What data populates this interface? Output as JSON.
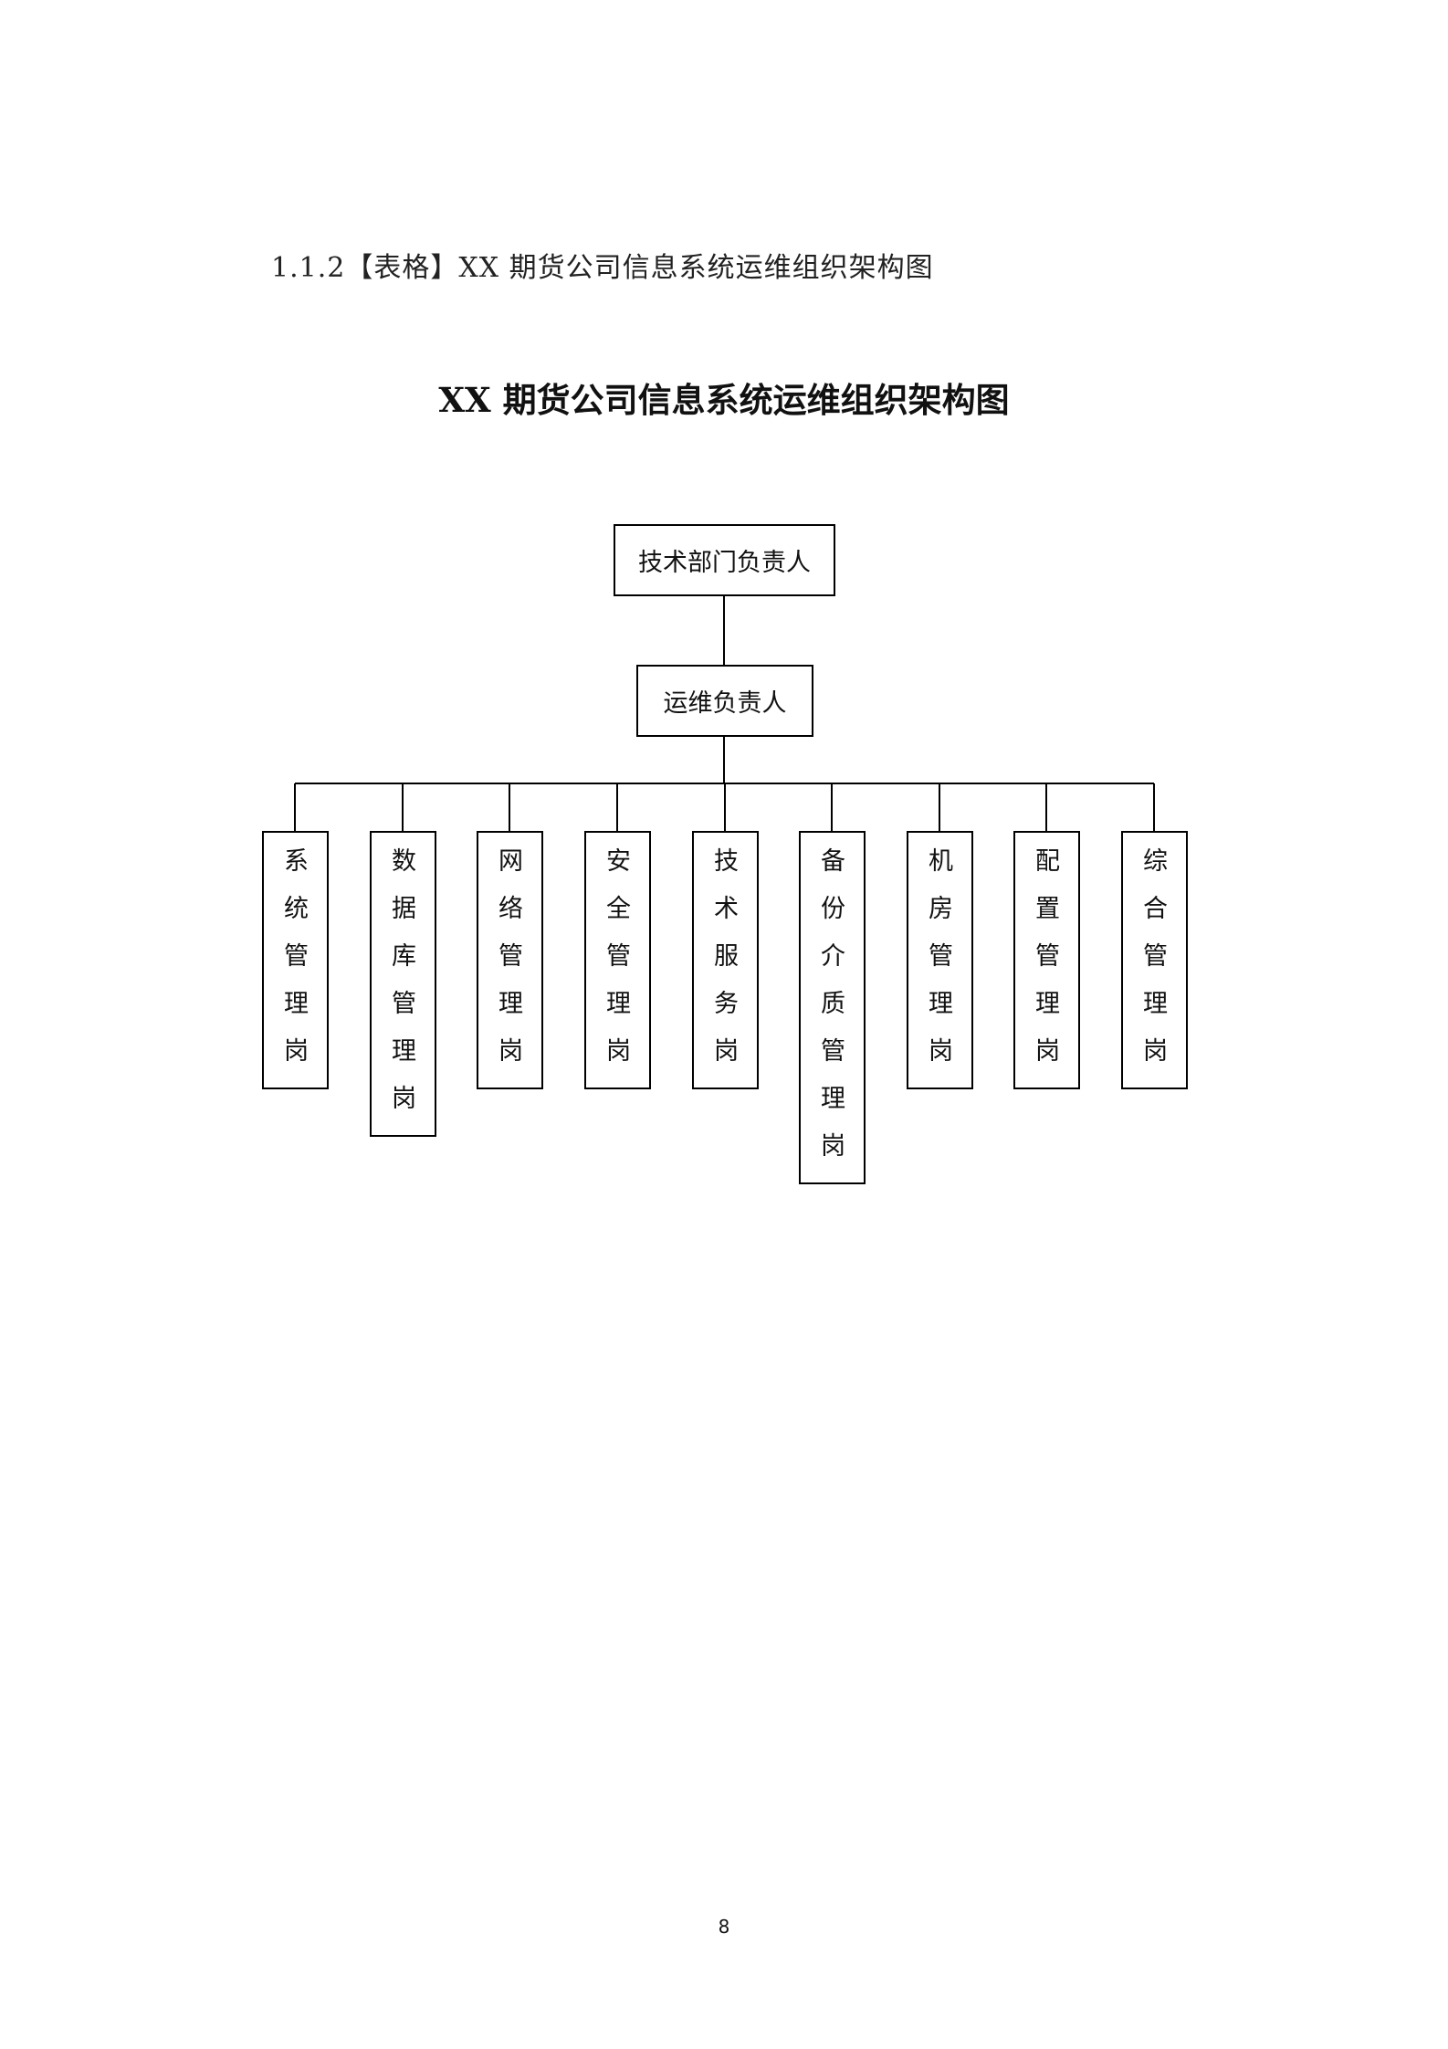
{
  "section_heading": "1.1.2【表格】XX 期货公司信息系统运维组织架构图",
  "document_title": "XX 期货公司信息系统运维组织架构图",
  "org_chart": {
    "root": "技术部门负责人",
    "manager": "运维负责人",
    "positions": [
      "系统管理岗",
      "数据库管理岗",
      "网络管理岗",
      "安全管理岗",
      "技术服务岗",
      "备份介质管理岗",
      "机房管理岗",
      "配置管理岗",
      "综合管理岗"
    ]
  },
  "page_number": "8"
}
